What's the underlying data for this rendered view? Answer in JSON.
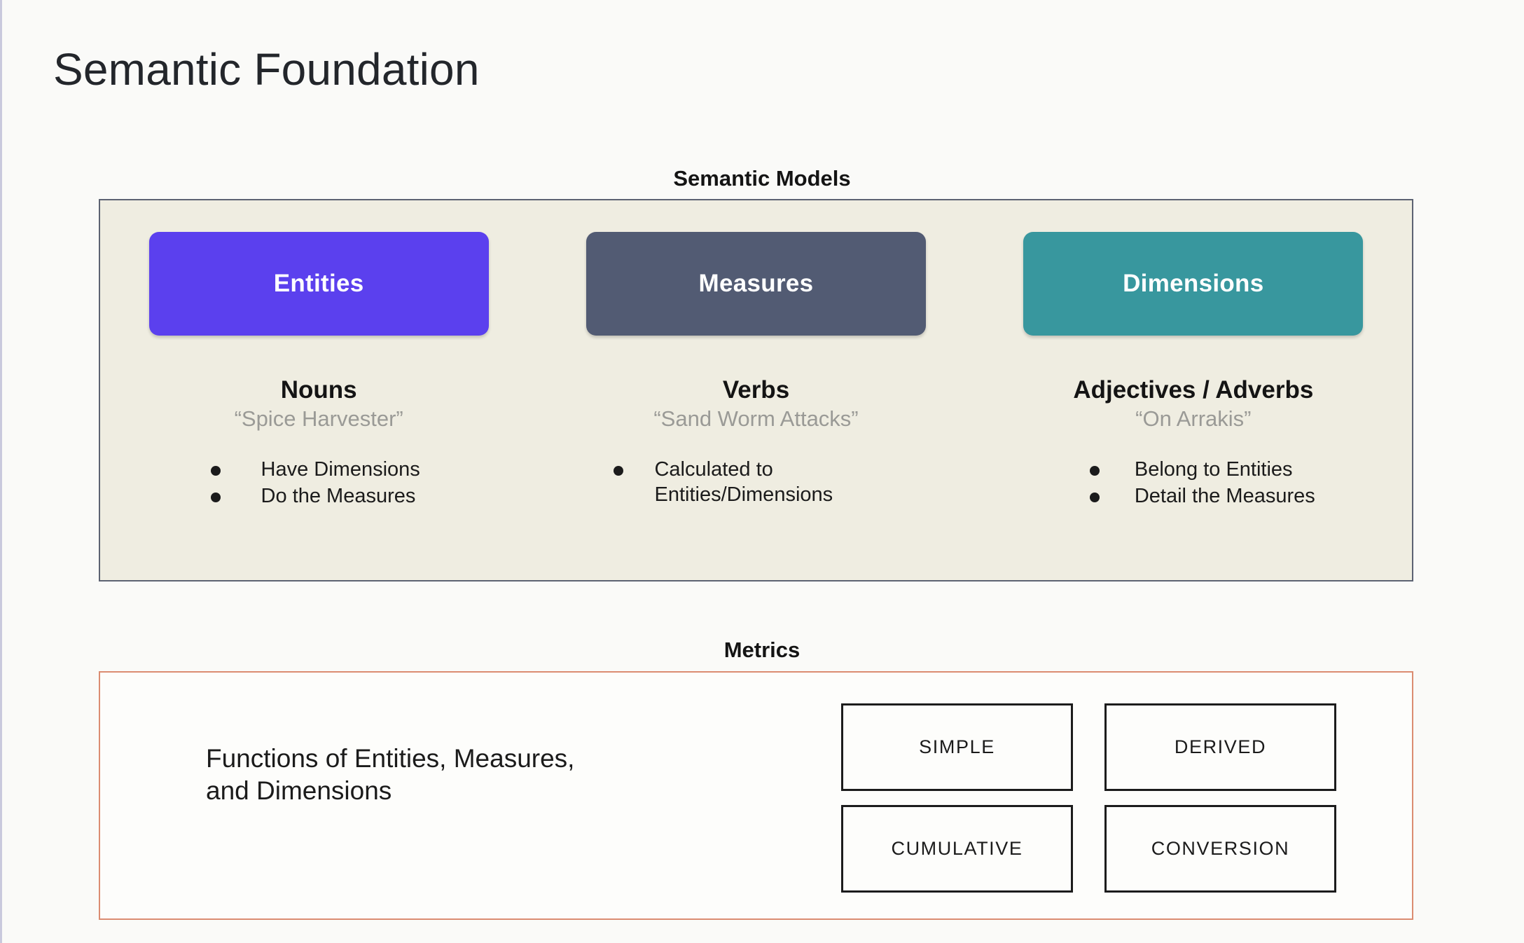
{
  "slide": {
    "title": "Semantic Foundation",
    "background_color": "#fafaf8"
  },
  "semantic_models": {
    "heading": "Semantic Models",
    "panel_background": "#efede1",
    "panel_border_color": "#5c6272",
    "columns": [
      {
        "chip_label": "Entities",
        "chip_color": "#5b40ee",
        "part_of_speech": "Nouns",
        "example": "“Spice Harvester”",
        "bullets": [
          "Have Dimensions",
          "Do the Measures"
        ]
      },
      {
        "chip_label": "Measures",
        "chip_color": "#525b73",
        "part_of_speech": "Verbs",
        "example": "“Sand Worm Attacks”",
        "bullets": [
          "Calculated to Entities/Dimensions"
        ]
      },
      {
        "chip_label": "Dimensions",
        "chip_color": "#38979e",
        "part_of_speech": "Adjectives / Adverbs",
        "example": "“On Arrakis”",
        "bullets": [
          "Belong to Entities",
          "Detail the Measures"
        ]
      }
    ]
  },
  "metrics": {
    "heading": "Metrics",
    "panel_border_color": "#db8c71",
    "description_line_1": "Functions of Entities, Measures,",
    "description_line_2": "and Dimensions",
    "types": [
      "SIMPLE",
      "DERIVED",
      "CUMULATIVE",
      "CONVERSION"
    ]
  }
}
